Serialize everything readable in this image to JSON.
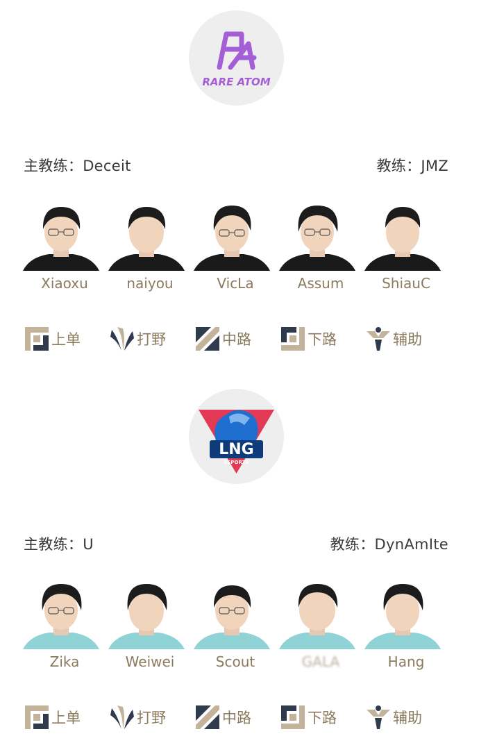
{
  "teams": [
    {
      "logo_text": "RARE ATOM",
      "head_coach": "主教练：Deceit",
      "coach": "教练：JMZ",
      "jersey_color": "#1a1a1a",
      "players": [
        "Xiaoxu",
        "naiyou",
        "VicLa",
        "Assum",
        "ShiauC"
      ],
      "roles": [
        "上单",
        "打野",
        "中路",
        "下路",
        "辅助"
      ]
    },
    {
      "logo_text": "LNG",
      "logo_subtext": "ESPORTS",
      "head_coach": "主教练：U",
      "coach": "教练：DynAmIte",
      "jersey_color": "#8fd3d6",
      "players": [
        "Zika",
        "Weiwei",
        "Scout",
        "GALA",
        "Hang"
      ],
      "roles": [
        "上单",
        "打野",
        "中路",
        "下路",
        "辅助"
      ]
    }
  ],
  "colors": {
    "role_gold": "#c2b39a",
    "role_dark": "#2f3a4c",
    "name_text": "#8c7a5e",
    "rare_atom_purple": "#a45fd6",
    "lng_blue": "#1f6fd0",
    "lng_red": "#e23a55"
  },
  "icons": [
    "top-lane-icon",
    "jungle-icon",
    "mid-lane-icon",
    "bot-lane-icon",
    "support-icon"
  ]
}
